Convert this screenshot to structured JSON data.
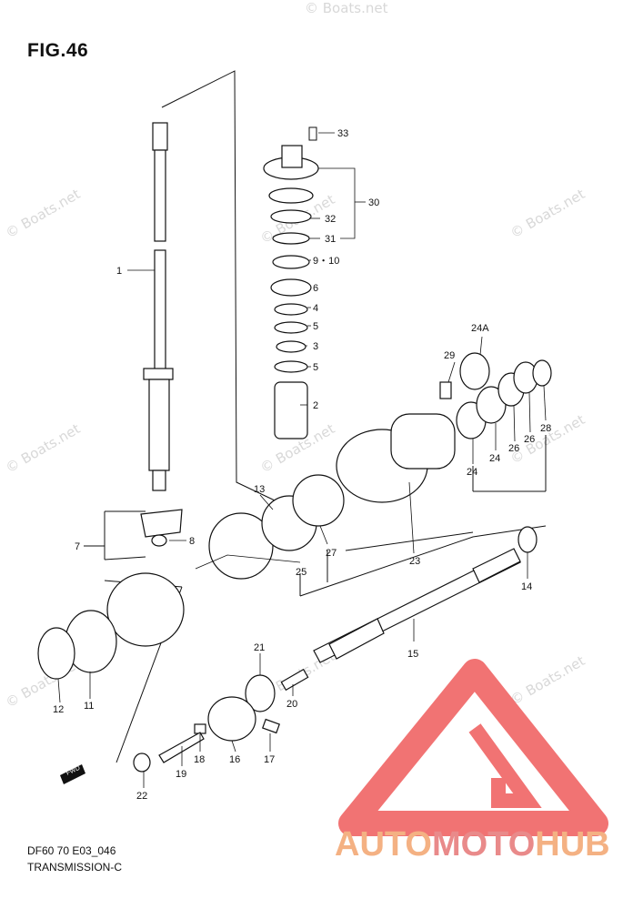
{
  "figure": {
    "title": "FIG.46",
    "code": "DF60 70 E03_046",
    "section": "TRANSMISSION-C"
  },
  "watermark": {
    "text": "© Boats.net",
    "color": "#d8d8d8"
  },
  "brand": {
    "part1": "AUTO",
    "part2": "MOTO",
    "part3": "HUB",
    "color_primary": "#f4b183",
    "color_secondary": "#e98a8a",
    "logo_color": "#ef5b5b"
  },
  "parts": {
    "p1": "1",
    "p2": "2",
    "p3": "3",
    "p4": "4",
    "p5a": "5",
    "p5b": "5",
    "p6": "6",
    "p7": "7",
    "p8": "8",
    "p9_10": "9・10",
    "p11": "11",
    "p12": "12",
    "p13": "13",
    "p14": "14",
    "p15": "15",
    "p16": "16",
    "p17": "17",
    "p18": "18",
    "p19": "19",
    "p20": "20",
    "p21": "21",
    "p22": "22",
    "p23": "23",
    "p24a": "24",
    "p24b": "24",
    "p24A": "24A",
    "p25": "25",
    "p26a": "26",
    "p26b": "26",
    "p27": "27",
    "p28": "28",
    "p29": "29",
    "p30": "30",
    "p31": "31",
    "p32": "32",
    "p33": "33"
  },
  "fwd_label": "FWD"
}
